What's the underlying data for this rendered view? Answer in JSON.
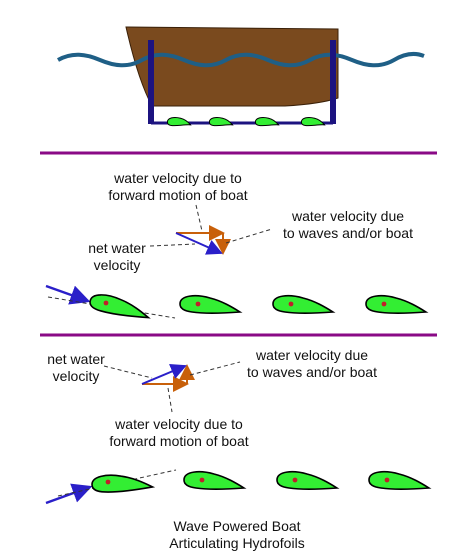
{
  "colors": {
    "hull": "#7a4a1e",
    "water": "#1f5f86",
    "mast": "#1c1380",
    "foil": "#33ee33",
    "divider": "#8a0a86",
    "forward_vector": "#c8600a",
    "net_vector": "#2a1fc9"
  },
  "panel_a": {
    "forward_label_1": "water velocity due to",
    "forward_label_2": "forward motion of boat",
    "wave_label_1": "water velocity due",
    "wave_label_2": "to waves and/or boat",
    "net_label_1": "net water",
    "net_label_2": "velocity"
  },
  "panel_b": {
    "net_label_1": "net water",
    "net_label_2": "velocity",
    "wave_label_1": "water velocity due",
    "wave_label_2": "to waves and/or boat",
    "forward_label_1": "water velocity due to",
    "forward_label_2": "forward motion of boat"
  },
  "caption": {
    "line_1": "Wave Powered Boat",
    "line_2": "Articulating Hydrofoils"
  }
}
